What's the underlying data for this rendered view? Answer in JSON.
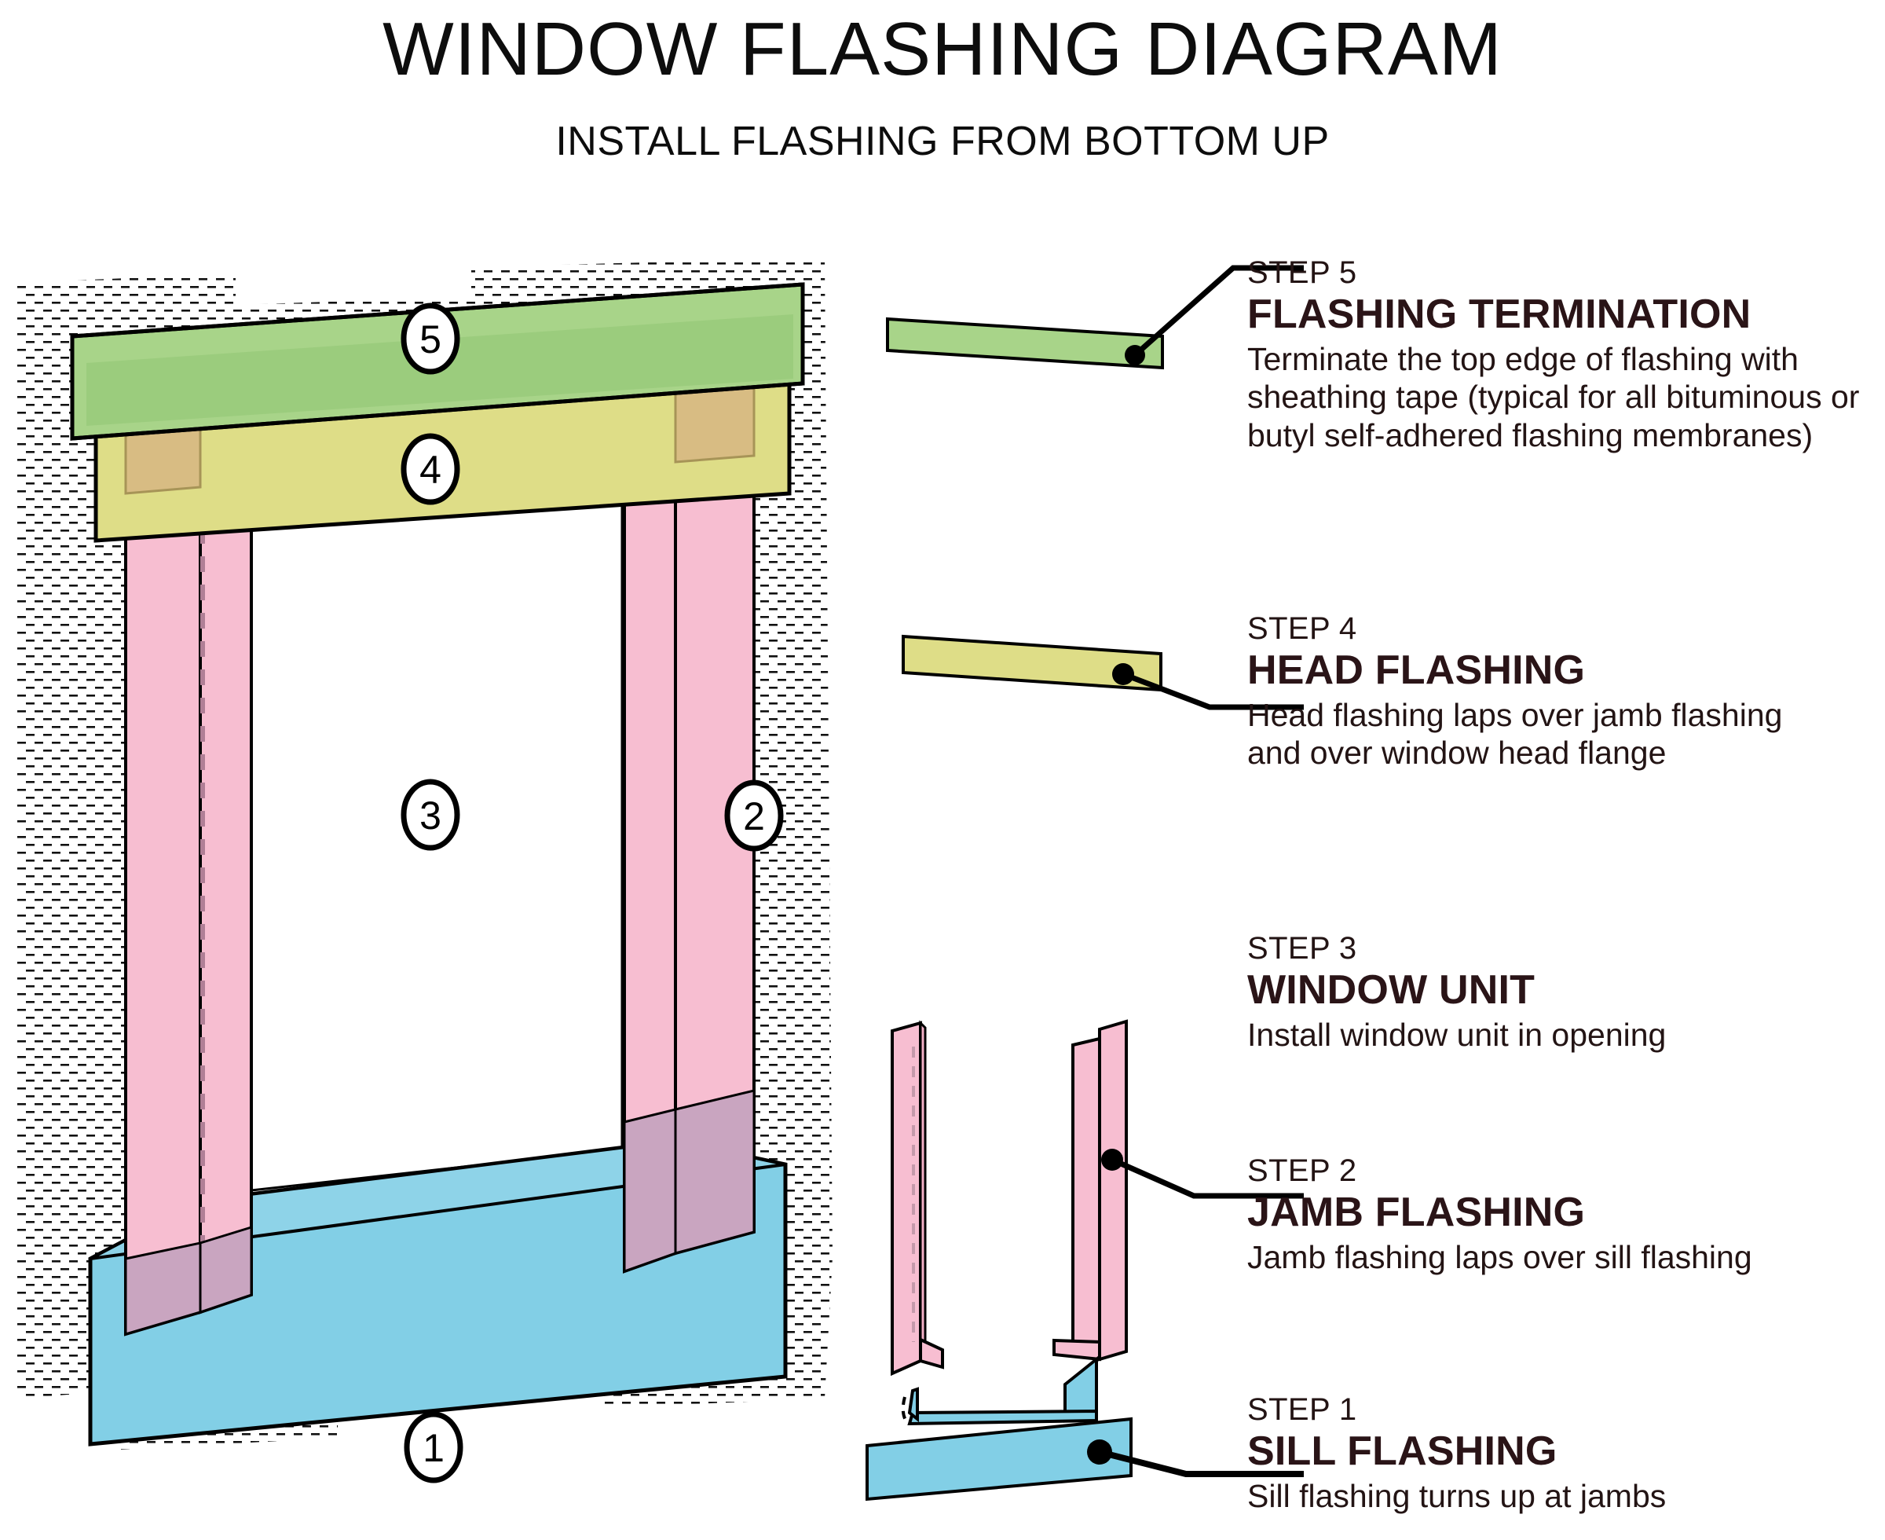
{
  "header": {
    "title": "WINDOW FLASHING DIAGRAM",
    "subtitle": "INSTALL FLASHING FROM BOTTOM UP"
  },
  "colors": {
    "sill_flashing": "#82cfe6",
    "jamb_flashing": "#f7bed1",
    "head_flashing": "#dedd87",
    "tape": "#a8d489",
    "overlap_jamb_sill": "#c9a5c0",
    "overlap_jamb_head": "#d8bc83",
    "outline": "#000000",
    "heading_text": "#2a1417",
    "body_text": "#231414"
  },
  "steps": [
    {
      "id": "step5",
      "number": "STEP 5",
      "heading": "FLASHING TERMINATION",
      "body": "Terminate the top edge of flashing with sheathing tape (typical for all bituminous or butyl self-adhered flashing membranes)",
      "callout": "5",
      "swatch_color": "#a8d489"
    },
    {
      "id": "step4",
      "number": "STEP 4",
      "heading": "HEAD FLASHING",
      "body": "Head flashing laps over jamb flashing and over window head flange",
      "callout": "4",
      "swatch_color": "#dedd87"
    },
    {
      "id": "step3",
      "number": "STEP 3",
      "heading": "WINDOW UNIT",
      "body": "Install window unit in opening",
      "callout": "3",
      "swatch_color": "#ffffff"
    },
    {
      "id": "step2",
      "number": "STEP 2",
      "heading": "JAMB FLASHING",
      "body": "Jamb flashing laps over sill flashing",
      "callout": "2",
      "swatch_color": "#f7bed1"
    },
    {
      "id": "step1",
      "number": "STEP 1",
      "heading": "SILL FLASHING",
      "body": "Sill flashing turns up at jambs",
      "callout": "1",
      "swatch_color": "#82cfe6"
    }
  ],
  "callouts": {
    "one": "1",
    "two": "2",
    "three": "3",
    "four": "4",
    "five": "5"
  }
}
